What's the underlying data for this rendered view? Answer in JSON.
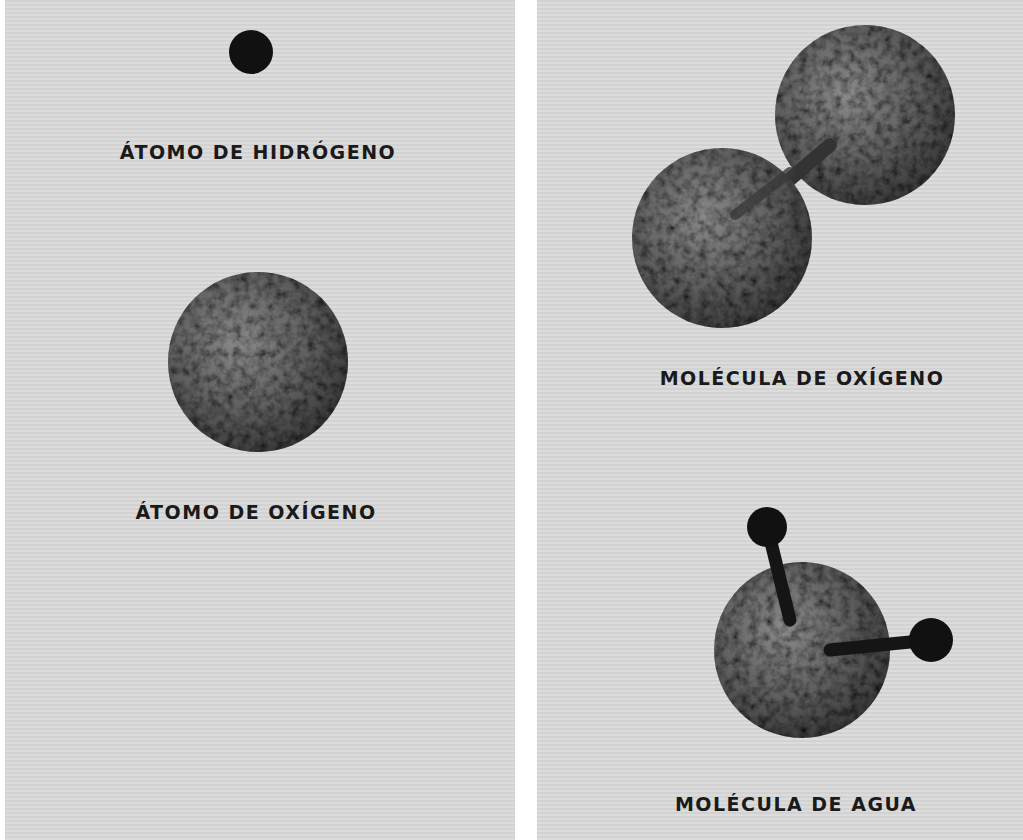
{
  "diagram": {
    "labels": [
      "ÁTOMO DE HIDRÓGENO",
      "ÁTOMO DE OXÍGENO",
      "MOLÉCULA DE OXÍGENO",
      "MOLÉCULA DE AGUA"
    ]
  }
}
